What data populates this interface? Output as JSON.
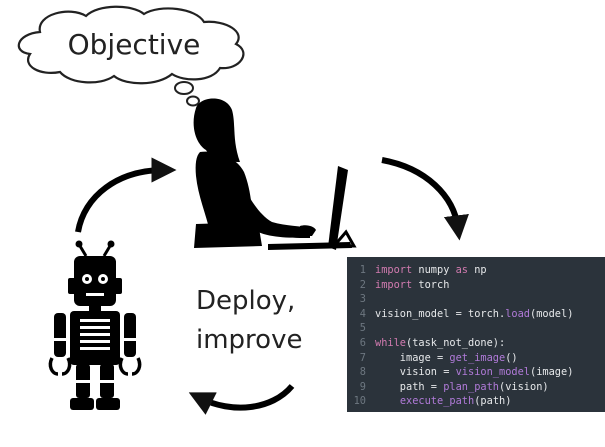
{
  "bubble": {
    "text": "Objective"
  },
  "cycle_label": {
    "line1": "Deploy,",
    "line2": "improve"
  },
  "code": {
    "lines": [
      {
        "num": "1",
        "tokens": [
          {
            "t": "import",
            "c": "kw"
          },
          {
            "t": " numpy ",
            "c": "pl"
          },
          {
            "t": "as",
            "c": "kw"
          },
          {
            "t": " np",
            "c": "pl"
          }
        ]
      },
      {
        "num": "2",
        "tokens": [
          {
            "t": "import",
            "c": "kw"
          },
          {
            "t": " torch",
            "c": "pl"
          }
        ]
      },
      {
        "num": "3",
        "tokens": []
      },
      {
        "num": "4",
        "tokens": [
          {
            "t": "vision_model = torch.",
            "c": "pl"
          },
          {
            "t": "load",
            "c": "fn"
          },
          {
            "t": "(model)",
            "c": "pl"
          }
        ]
      },
      {
        "num": "5",
        "tokens": []
      },
      {
        "num": "6",
        "tokens": [
          {
            "t": "while",
            "c": "kw"
          },
          {
            "t": "(task_not_done):",
            "c": "pl"
          }
        ]
      },
      {
        "num": "7",
        "tokens": [
          {
            "t": "    image = ",
            "c": "pl"
          },
          {
            "t": "get_image",
            "c": "fn"
          },
          {
            "t": "()",
            "c": "pl"
          }
        ]
      },
      {
        "num": "8",
        "tokens": [
          {
            "t": "    vision = ",
            "c": "pl"
          },
          {
            "t": "vision_model",
            "c": "fn"
          },
          {
            "t": "(image)",
            "c": "pl"
          }
        ]
      },
      {
        "num": "9",
        "tokens": [
          {
            "t": "    path = ",
            "c": "pl"
          },
          {
            "t": "plan_path",
            "c": "fn"
          },
          {
            "t": "(vision)",
            "c": "pl"
          }
        ]
      },
      {
        "num": "10",
        "tokens": [
          {
            "t": "    ",
            "c": "pl"
          },
          {
            "t": "execute_path",
            "c": "fn"
          },
          {
            "t": "(path)",
            "c": "pl"
          }
        ]
      }
    ]
  }
}
